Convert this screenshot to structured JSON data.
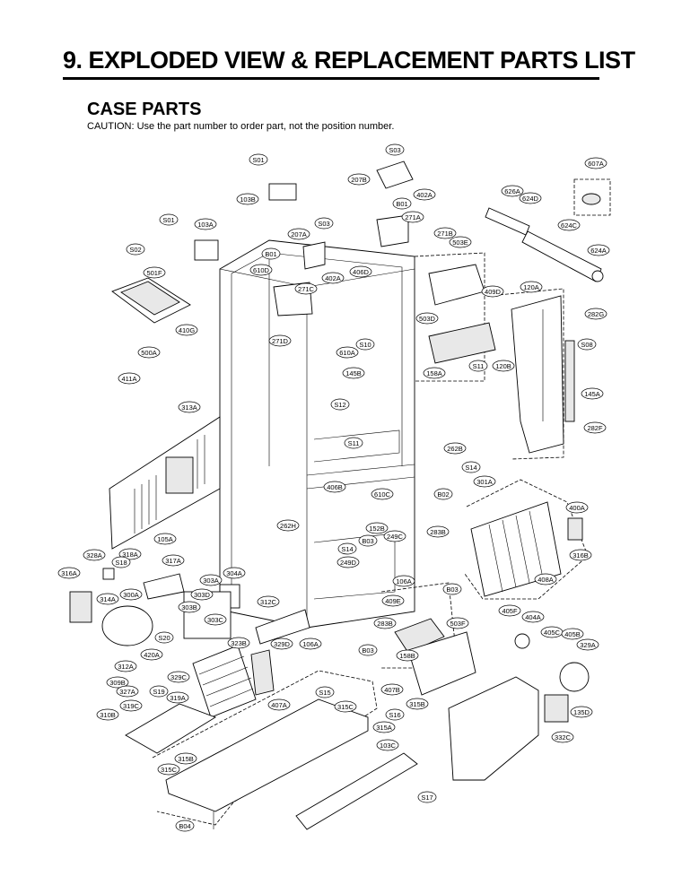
{
  "header": {
    "title": "9. EXPLODED VIEW & REPLACEMENT PARTS LIST",
    "section": "CASE PARTS",
    "caution": "CAUTION: Use the part number to order part, not the position number."
  },
  "labels": [
    "S03",
    "S01",
    "207B",
    "402A",
    "B01",
    "607A",
    "626A",
    "624D",
    "103B",
    "271A",
    "271B",
    "503E",
    "S01",
    "103A",
    "S03",
    "207A",
    "624C",
    "624A",
    "S02",
    "B01",
    "610D",
    "402A",
    "406D",
    "501F",
    "271C",
    "409D",
    "120A",
    "503D",
    "282G",
    "410G",
    "271D",
    "S10",
    "610A",
    "S08",
    "500A",
    "145B",
    "S11",
    "120B",
    "411A",
    "158A",
    "145A",
    "S12",
    "313A",
    "S11",
    "282F",
    "262B",
    "S14",
    "406B",
    "301A",
    "B02",
    "610C",
    "400A",
    "262H",
    "152B",
    "283B",
    "S14",
    "B03",
    "249C",
    "105A",
    "316B",
    "328A",
    "318A",
    "249D",
    "316A",
    "S18",
    "317A",
    "304A",
    "408A",
    "106A",
    "B03",
    "303A",
    "303D",
    "409E",
    "300A",
    "312C",
    "314A",
    "303B",
    "303C",
    "405F",
    "283B",
    "503F",
    "404A",
    "S20",
    "106A",
    "B03",
    "323B",
    "329D",
    "405C",
    "405B",
    "420A",
    "158B",
    "329A",
    "312A",
    "329C",
    "309B",
    "327A",
    "S19",
    "319A",
    "407B",
    "315B",
    "407A",
    "S15",
    "315C",
    "135D",
    "310B",
    "319C",
    "S16",
    "315A",
    "332C",
    "103C",
    "315B",
    "315C",
    "S17",
    "B04"
  ]
}
